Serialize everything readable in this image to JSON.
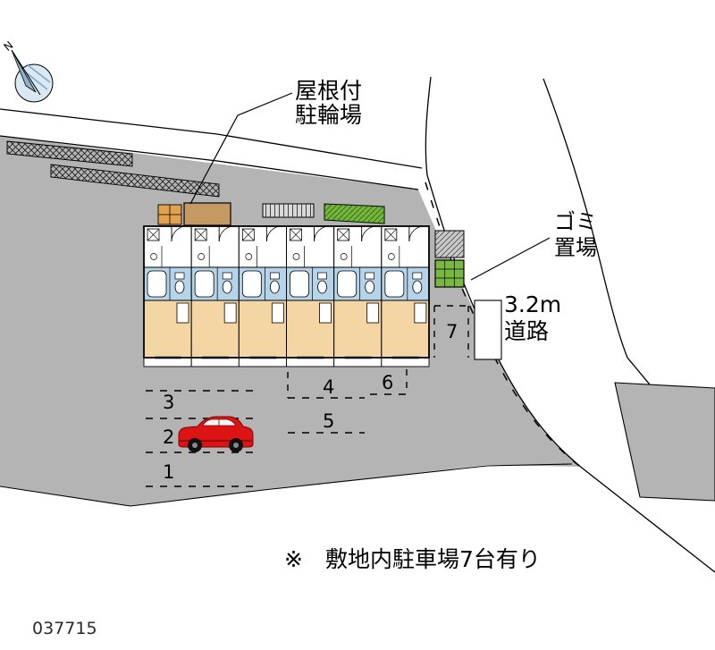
{
  "meta": {
    "plan_id": "037715"
  },
  "compass": {
    "north_mark": "N"
  },
  "labels": {
    "bike_shed_line1": "屋根付",
    "bike_shed_line2": "駐輪場",
    "garbage_line1": "ゴミ",
    "garbage_line2": "置場",
    "road_line1": "3.2m",
    "road_line2": "道路",
    "site_note": "※　敷地内駐車場7台有り"
  },
  "parking": {
    "space_numbers": [
      "1",
      "2",
      "3",
      "4",
      "5",
      "6",
      "7"
    ],
    "total_spaces": 7
  },
  "building": {
    "unit_count": 6
  },
  "colors": {
    "site_gray": "#b4b4b4",
    "road_white": "#ffffff",
    "room_tan": "#f3d6a4",
    "bath_blue": "#b5d3e9",
    "bike_shed_brown": "#c49a62",
    "entrance_orange": "#e2a14f",
    "green": "#72b63c",
    "garbage_green": "#79b842",
    "car_red": "#dd1414"
  }
}
